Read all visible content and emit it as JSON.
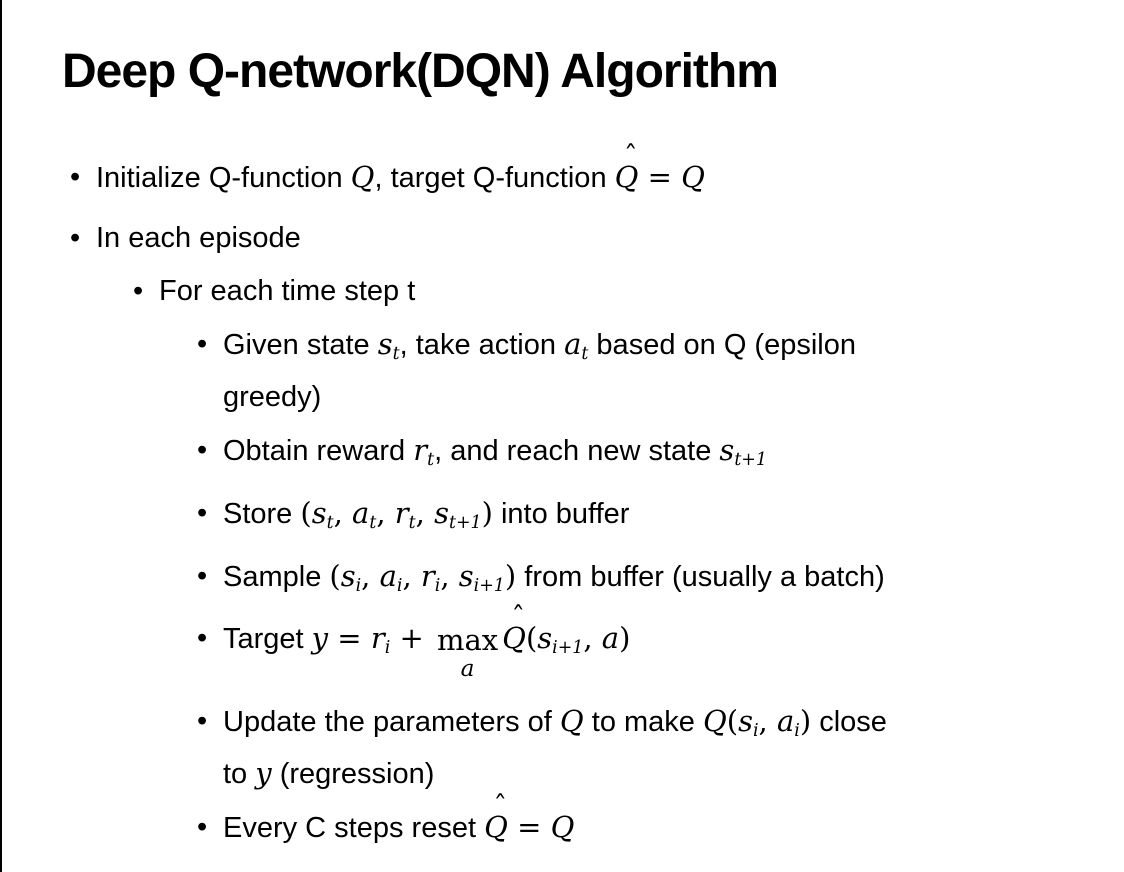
{
  "slide": {
    "title": "Deep Q-network(DQN) Algorithm",
    "bullets": [
      {
        "level": 1,
        "extra_gap": true,
        "runs": [
          {
            "t": "Initialize Q-function "
          },
          {
            "i": "Q"
          },
          {
            "t": ", target Q-function "
          },
          {
            "hat": "Q"
          },
          {
            "r": " = "
          },
          {
            "i": "Q"
          }
        ]
      },
      {
        "level": 1,
        "runs": [
          {
            "t": "In each episode"
          }
        ]
      },
      {
        "level": 2,
        "runs": [
          {
            "t": "For each time step t"
          }
        ]
      },
      {
        "level": 3,
        "runs": [
          {
            "t": "Given state "
          },
          {
            "i": "s"
          },
          {
            "sub": "t"
          },
          {
            "t": ", take action "
          },
          {
            "i": "a"
          },
          {
            "sub": "t"
          },
          {
            "t": " based on Q (epsilon"
          },
          {
            "br": true
          },
          {
            "t": "greedy)"
          }
        ]
      },
      {
        "level": 3,
        "runs": [
          {
            "t": "Obtain reward "
          },
          {
            "i": "r"
          },
          {
            "sub": "t"
          },
          {
            "t": ", and reach new state "
          },
          {
            "i": "s"
          },
          {
            "sub": "t+1"
          }
        ]
      },
      {
        "level": 3,
        "runs": [
          {
            "t": "Store "
          },
          {
            "r": "("
          },
          {
            "i": "s"
          },
          {
            "sub": "t"
          },
          {
            "r": ", "
          },
          {
            "i": "a"
          },
          {
            "sub": "t"
          },
          {
            "r": ", "
          },
          {
            "i": "r"
          },
          {
            "sub": "t"
          },
          {
            "r": ", "
          },
          {
            "i": "s"
          },
          {
            "sub": "t+1"
          },
          {
            "r": ")"
          },
          {
            "t": " into buffer"
          }
        ]
      },
      {
        "level": 3,
        "runs": [
          {
            "t": "Sample "
          },
          {
            "r": "("
          },
          {
            "i": "s"
          },
          {
            "sub": "i"
          },
          {
            "r": ", "
          },
          {
            "i": "a"
          },
          {
            "sub": "i"
          },
          {
            "r": ", "
          },
          {
            "i": "r"
          },
          {
            "sub": "i"
          },
          {
            "r": ", "
          },
          {
            "i": "s"
          },
          {
            "sub": "i+1"
          },
          {
            "r": ")"
          },
          {
            "t": " from buffer (usually a batch)"
          }
        ]
      },
      {
        "level": 3,
        "extra_gap": true,
        "runs": [
          {
            "t": "Target "
          },
          {
            "i": "y"
          },
          {
            "r": " = "
          },
          {
            "i": "r"
          },
          {
            "sub": "i"
          },
          {
            "r": " + "
          },
          {
            "max": "a"
          },
          {
            "hat": "Q"
          },
          {
            "r": "("
          },
          {
            "i": "s"
          },
          {
            "sub": "i+1"
          },
          {
            "r": ", "
          },
          {
            "i": "a"
          },
          {
            "r": ")"
          }
        ]
      },
      {
        "level": 3,
        "runs": [
          {
            "t": "Update the parameters of "
          },
          {
            "i": "Q"
          },
          {
            "t": " to make "
          },
          {
            "i": "Q"
          },
          {
            "r": "("
          },
          {
            "i": "s"
          },
          {
            "sub": "i"
          },
          {
            "r": ", "
          },
          {
            "i": "a"
          },
          {
            "sub": "i"
          },
          {
            "r": ")"
          },
          {
            "t": " close"
          },
          {
            "br": true
          },
          {
            "t": "to "
          },
          {
            "i": "y"
          },
          {
            "t": " (regression)"
          }
        ]
      },
      {
        "level": 3,
        "runs": [
          {
            "t": "Every C steps reset "
          },
          {
            "hat": "Q"
          },
          {
            "r": " = "
          },
          {
            "i": "Q"
          }
        ]
      }
    ],
    "bullet_glyph": "•",
    "hat_glyph": "ˆ",
    "max_operator": "max"
  },
  "colors": {
    "text": "#000000",
    "background": "#ffffff",
    "edge_line": "#000000"
  }
}
